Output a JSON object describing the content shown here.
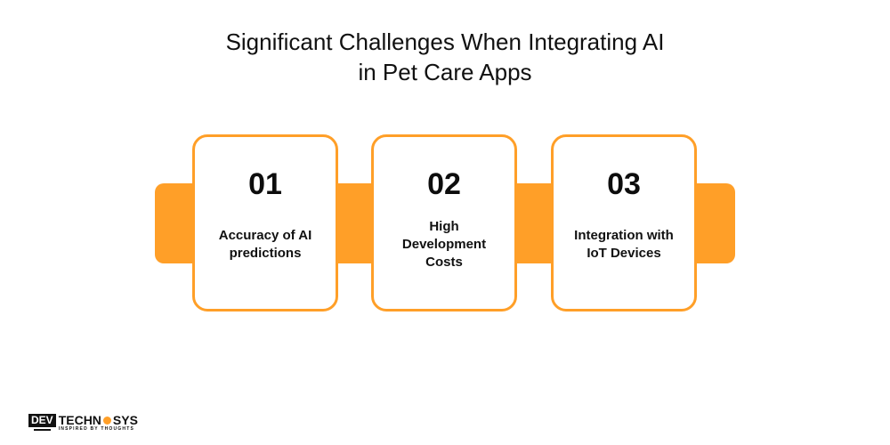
{
  "title": {
    "line1": "Significant Challenges When Integrating AI",
    "line2": "in Pet Care Apps"
  },
  "colors": {
    "accent": "#FF9F28",
    "card_bg": "#FFFFFF",
    "text": "#111111"
  },
  "cards": [
    {
      "number": "01",
      "label": "Accuracy of AI predictions"
    },
    {
      "number": "02",
      "label": "High Development Costs"
    },
    {
      "number": "03",
      "label": "Integration with IoT Devices"
    }
  ],
  "logo": {
    "box_text": "DEV",
    "word_left": "TECHN",
    "word_right": "SYS",
    "tagline": "INSPIRED BY THOUGHTS"
  }
}
